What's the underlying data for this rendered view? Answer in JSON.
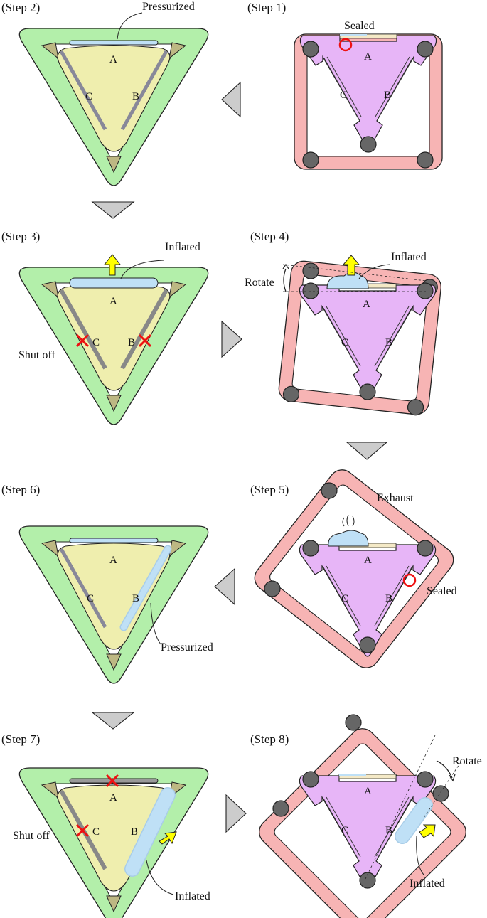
{
  "steps": {
    "s1": "(Step 1)",
    "s2": "(Step 2)",
    "s3": "(Step 3)",
    "s4": "(Step 4)",
    "s5": "(Step 5)",
    "s6": "(Step 6)",
    "s7": "(Step 7)",
    "s8": "(Step 8)"
  },
  "labels": {
    "pressurized": "Pressurized",
    "sealed": "Sealed",
    "inflated": "Inflated",
    "shut_off": "Shut off",
    "rotate": "Rotate",
    "exhaust": "Exhaust"
  },
  "sides": {
    "a": "A",
    "b": "B",
    "c": "C"
  },
  "colors": {
    "green_frame": "#b3efaa",
    "yellow_body": "#efeeae",
    "olive_corner": "#bdb883",
    "blue_actuator": "#bfe0f6",
    "violet_plate": "#e7b5f7",
    "pink_frame": "#f7b4b4",
    "bolt": "#666666",
    "arrow_yellow": "#ffff00",
    "cross_red": "#ee1111",
    "nav_gray": "#cccccc"
  }
}
